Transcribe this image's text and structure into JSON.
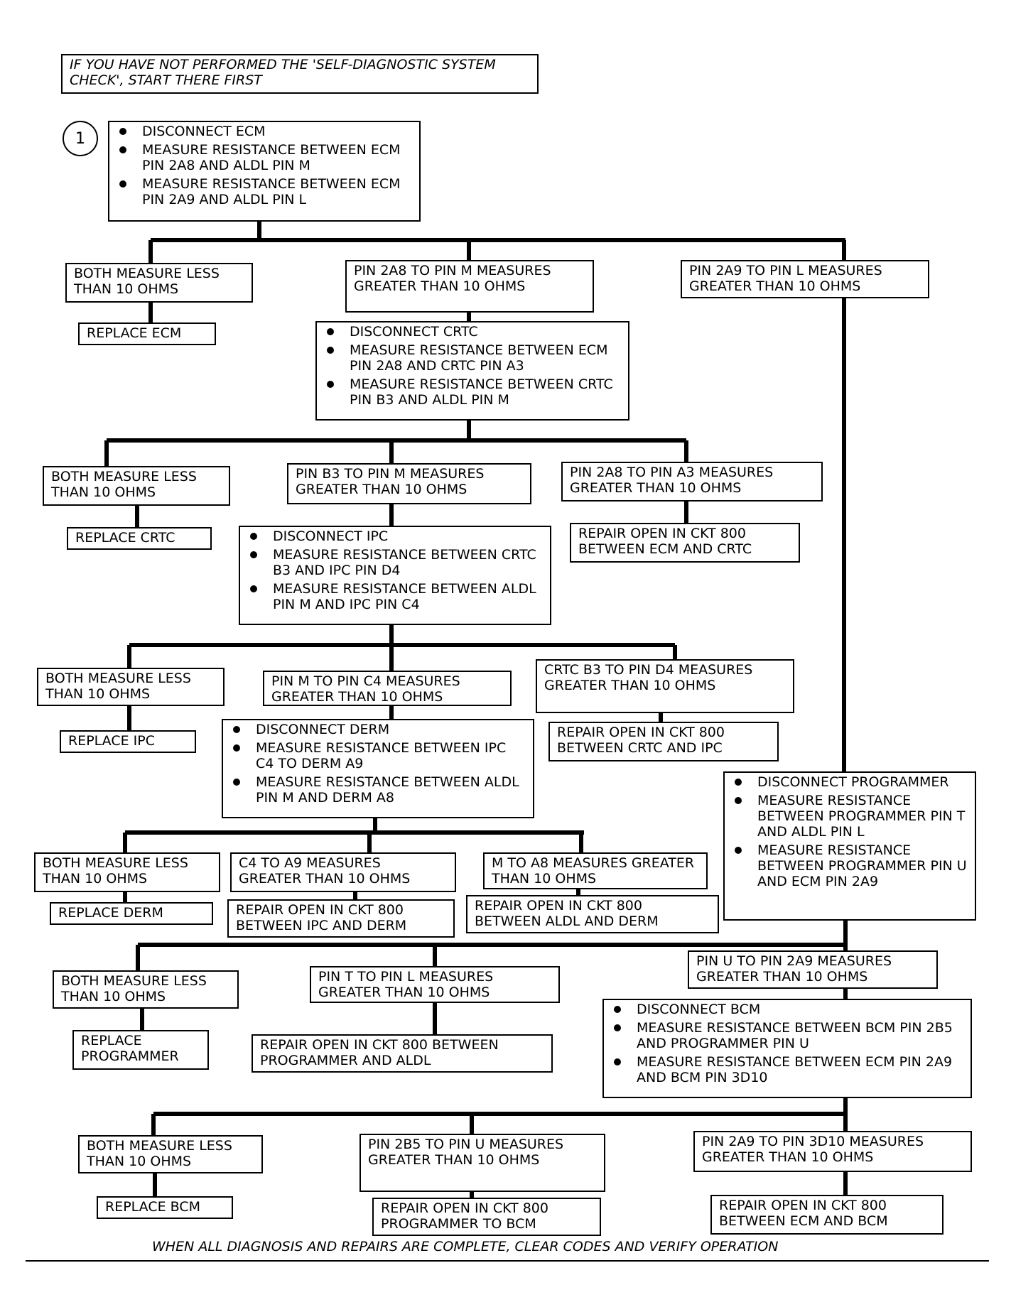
{
  "notice": "IF YOU HAVE NOT PERFORMED THE 'SELF-DIAGNOSTIC SYSTEM CHECK', START THERE FIRST",
  "step_number": "1",
  "nodes": {
    "s1": [
      "DISCONNECT ECM",
      "MEASURE RESISTANCE BETWEEN ECM PIN 2A8 AND ALDL PIN M",
      "MEASURE RESISTANCE BETWEEN ECM PIN 2A9 AND ALDL PIN L"
    ],
    "a_both": "BOTH MEASURE LESS THAN 10 OHMS",
    "a_replace": "REPLACE ECM",
    "a_2a8": "PIN 2A8 TO PIN M MEASURES GREATER THAN 10 OHMS",
    "a_2a9": "PIN 2A9 TO PIN L MEASURES GREATER THAN 10 OHMS",
    "s2": [
      "DISCONNECT CRTC",
      "MEASURE RESISTANCE BETWEEN ECM PIN 2A8 AND CRTC PIN A3",
      "MEASURE RESISTANCE BETWEEN CRTC PIN B3 AND ALDL PIN M"
    ],
    "b_both": "BOTH MEASURE LESS THAN 10 OHMS",
    "b_replace": "REPLACE CRTC",
    "b_b3": "PIN B3 TO PIN M MEASURES GREATER THAN 10 OHMS",
    "b_2a8": "PIN 2A8 TO PIN A3 MEASURES GREATER THAN 10 OHMS",
    "b_repair": "REPAIR OPEN IN CKT 800 BETWEEN ECM AND CRTC",
    "s3": [
      "DISCONNECT IPC",
      "MEASURE RESISTANCE BETWEEN CRTC B3 AND IPC PIN D4",
      "MEASURE RESISTANCE BETWEEN ALDL PIN M AND IPC PIN C4"
    ],
    "c_both": "BOTH MEASURE LESS THAN 10 OHMS",
    "c_replace": "REPLACE IPC",
    "c_m": "PIN M TO PIN C4 MEASURES GREATER THAN 10 OHMS",
    "c_crtc": "CRTC B3 TO PIN D4 MEASURES GREATER THAN 10 OHMS",
    "c_repair": "REPAIR OPEN IN CKT 800 BETWEEN CRTC AND IPC",
    "s4": [
      "DISCONNECT DERM",
      "MEASURE RESISTANCE BETWEEN IPC C4 TO DERM A9",
      "MEASURE RESISTANCE BETWEEN ALDL PIN M AND DERM A8"
    ],
    "d_both": "BOTH MEASURE LESS THAN 10 OHMS",
    "d_replace": "REPLACE DERM",
    "d_c4": "C4 TO A9 MEASURES GREATER THAN 10 OHMS",
    "d_c4_repair": "REPAIR OPEN IN CKT 800 BETWEEN IPC AND DERM",
    "d_m": "M TO A8 MEASURES GREATER THAN 10 OHMS",
    "d_m_repair": "REPAIR OPEN IN CKT 800 BETWEEN ALDL AND DERM",
    "s5": [
      "DISCONNECT PROGRAMMER",
      "MEASURE RESISTANCE BETWEEN PROGRAMMER PIN T AND ALDL PIN L",
      "MEASURE RESISTANCE BETWEEN PROGRAMMER PIN U AND ECM PIN 2A9"
    ],
    "e_both": "BOTH MEASURE LESS THAN 10 OHMS",
    "e_replace": "REPLACE PROGRAMMER",
    "e_t": "PIN T TO PIN L MEASURES GREATER THAN 10 OHMS",
    "e_t_repair": "REPAIR OPEN IN CKT 800 BETWEEN PROGRAMMER AND ALDL",
    "e_u": "PIN U TO PIN 2A9 MEASURES GREATER THAN 10 OHMS",
    "s6": [
      "DISCONNECT BCM",
      "MEASURE RESISTANCE BETWEEN BCM PIN 2B5 AND PROGRAMMER PIN U",
      "MEASURE RESISTANCE BETWEEN ECM PIN 2A9 AND BCM PIN 3D10"
    ],
    "f_both": "BOTH MEASURE LESS THAN 10 OHMS",
    "f_replace": "REPLACE BCM",
    "f_2b5": "PIN 2B5 TO PIN U MEASURES GREATER THAN 10 OHMS",
    "f_2b5_repair": "REPAIR OPEN IN CKT 800 PROGRAMMER TO BCM",
    "f_2a9": "PIN 2A9 TO PIN 3D10 MEASURES GREATER THAN 10 OHMS",
    "f_2a9_repair": "REPAIR OPEN IN CKT 800 BETWEEN ECM AND BCM"
  },
  "footer": "WHEN ALL DIAGNOSIS AND REPAIRS ARE COMPLETE, CLEAR CODES AND VERIFY OPERATION"
}
